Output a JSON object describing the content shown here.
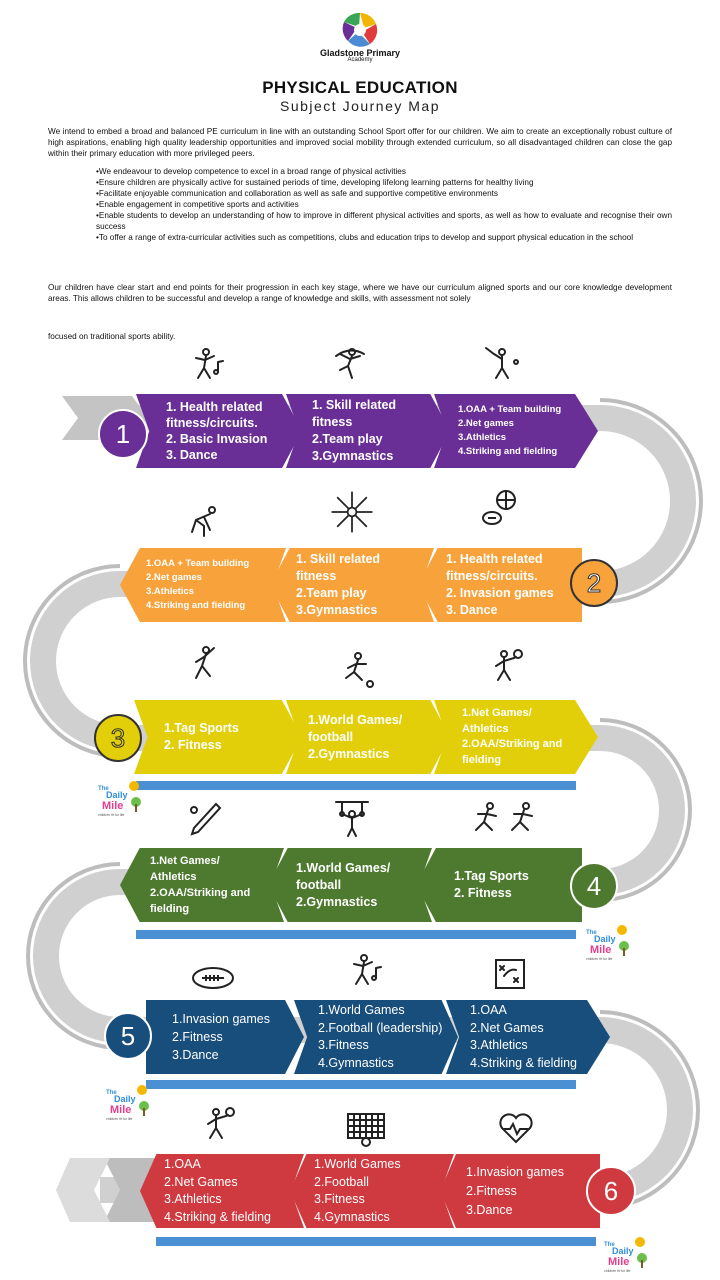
{
  "header": {
    "school_name": "Gladstone Primary",
    "school_sub": "Academy",
    "title": "PHYSICAL EDUCATION",
    "subtitle": "Subject Journey Map"
  },
  "intro": "We intend to embed a broad and balanced PE curriculum in line with an outstanding School Sport offer for our children. We aim to create an exceptionally robust culture of high aspirations, enabling high quality leadership opportunities and improved social mobility through extended curriculum, so all disadvantaged children can close the gap within their primary education with more privileged peers.",
  "bullets": [
    "•We endeavour to develop competence to excel in a broad range of physical activities",
    "•Ensure children are physically active for sustained periods of time, developing lifelong learning patterns for healthy living",
    "•Facilitate enjoyable communication and collaboration as well as safe and supportive competitive environments",
    "•Enable engagement in competitive sports and activities",
    "•Enable students to develop an understanding of how to improve in different physical activities and sports, as well as how to evaluate and recognise their own success",
    "•To offer a range of extra-curricular activities such as competitions, clubs and education trips to develop and support physical education in the school"
  ],
  "para2": "Our children have clear start and end points for their progression in each key stage, where we have our curriculum aligned sports and our core knowledge development areas. This allows children to be successful and develop a range of knowledge and skills, with assessment not solely",
  "para3": "focused on traditional sports ability.",
  "daily_mile": {
    "the": "The",
    "daily": "Daily",
    "mile": "Mile",
    "tag": "children fit for life"
  },
  "colors": {
    "purple": "#6a2f96",
    "orange": "#f7a23b",
    "yellow": "#e2cf0a",
    "green": "#4e7a2f",
    "blue": "#174e7c",
    "red": "#cf3a40",
    "road": "#d0d0d0",
    "bar": "#4a90d2"
  },
  "years": [
    {
      "number": "1",
      "boxes": [
        [
          "1. Health related",
          "fitness/circuits.",
          "2. Basic Invasion",
          "3. Dance"
        ],
        [
          "1. Skill related",
          "fitness",
          "2.Team play",
          "3.Gymnastics"
        ],
        [
          "1.OAA + Team building",
          "2.Net games",
          "3.Athletics",
          "4.Striking and fielding"
        ]
      ],
      "icons": [
        "dancer-icon",
        "gymnast-icon",
        "cricket-batter-icon"
      ]
    },
    {
      "number": "2",
      "boxes": [
        [
          "1. Health related",
          "fitness/circuits.",
          "2. Invasion games",
          "3. Dance"
        ],
        [
          "1. Skill related",
          "fitness",
          "2.Team play",
          "3.Gymnastics"
        ],
        [
          "1.OAA + Team building",
          "2.Net games",
          "3.Athletics",
          "4.Striking and fielding"
        ]
      ],
      "icons": [
        "balls-icon",
        "teamwork-hands-icon",
        "runner-start-icon"
      ]
    },
    {
      "number": "3",
      "boxes": [
        [
          "1.Tag Sports",
          "2. Fitness"
        ],
        [
          "1.World Games/",
          "football",
          "2.Gymnastics"
        ],
        [
          "1.Net Games/",
          "Athletics",
          "2.OAA/Striking and",
          "fielding"
        ]
      ],
      "icons": [
        "bowler-icon",
        "football-player-icon",
        "tennis-player-icon"
      ]
    },
    {
      "number": "4",
      "boxes": [
        [
          "1.Tag Sports",
          "2. Fitness"
        ],
        [
          "1.World Games/",
          "football",
          "2.Gymnastics"
        ],
        [
          "1.Net Games/",
          "Athletics",
          "2.OAA/Striking and",
          "fielding"
        ]
      ],
      "icons": [
        "runners-icon",
        "rings-gymnast-icon",
        "cricket-bat-icon"
      ]
    },
    {
      "number": "5",
      "boxes": [
        [
          "1.Invasion games",
          "2.Fitness",
          "3.Dance"
        ],
        [
          "1.World Games",
          "2.Football (leadership)",
          "3.Fitness",
          "4.Gymnastics"
        ],
        [
          "1.OAA",
          "2.Net Games",
          "3.Athletics",
          "4.Striking & fielding"
        ]
      ],
      "icons": [
        "rugby-ball-icon",
        "dancer-icon",
        "tactics-board-icon"
      ]
    },
    {
      "number": "6",
      "boxes": [
        [
          "1.Invasion games",
          "2.Fitness",
          "3.Dance"
        ],
        [
          "1.World Games",
          "2.Football",
          "3.Fitness",
          "4.Gymnastics"
        ],
        [
          "1.OAA",
          "2.Net Games",
          "3.Athletics",
          "4.Striking & fielding"
        ]
      ],
      "icons": [
        "heartbeat-icon",
        "goal-net-icon",
        "tennis-player-icon"
      ]
    }
  ]
}
